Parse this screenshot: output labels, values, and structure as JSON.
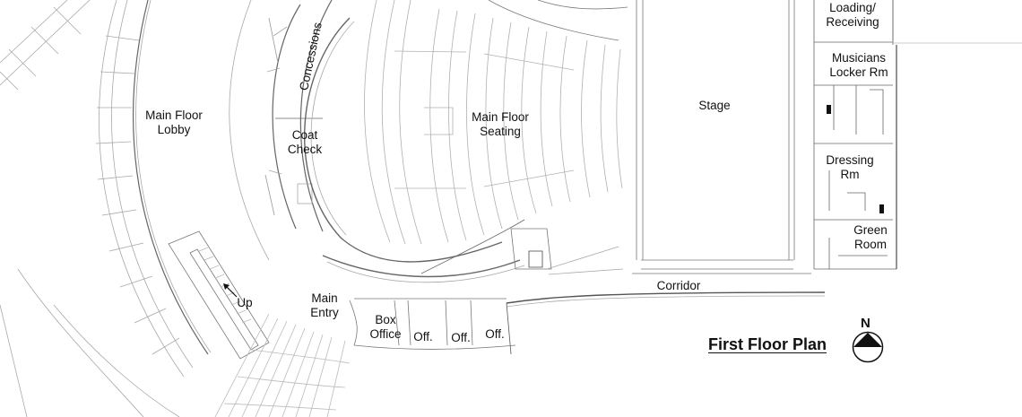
{
  "plan": {
    "title": "First Floor Plan",
    "north_label": "N",
    "rooms": {
      "lobby": "Main Floor\nLobby",
      "concessions": "Concessions",
      "coat_check": "Coat\nCheck",
      "seating": "Main Floor\nSeating",
      "stage": "Stage",
      "loading": "Loading/\nReceiving",
      "musicians": "Musicians\nLocker Rm",
      "dressing": "Dressing\nRm",
      "green_room": "Green\nRoom",
      "corridor": "Corridor",
      "main_entry": "Main\nEntry",
      "box_office": "Box\nOffice",
      "office_1": "Off.",
      "office_2": "Off.",
      "office_3": "Off.",
      "stair_up": "Up"
    },
    "icons": {
      "north_arrow": "north-arrow-icon",
      "up_arrow": "arrow-up-left-icon"
    },
    "colors": {
      "line": "#9a9a9a",
      "wall": "#555555",
      "text": "#111111"
    }
  }
}
